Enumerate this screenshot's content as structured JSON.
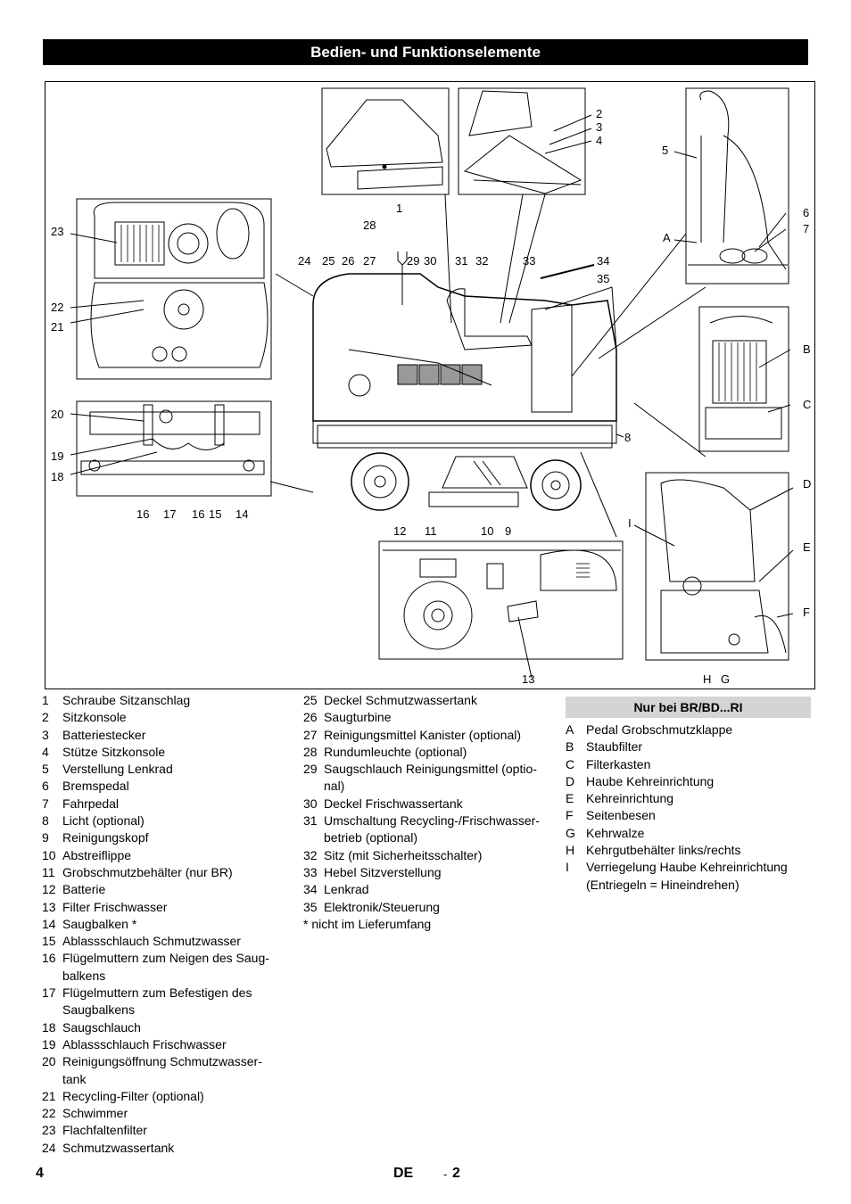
{
  "header": {
    "title": "Bedien- und Funktionselemente"
  },
  "figure": {
    "callouts": {
      "c1": "1",
      "c2": "2",
      "c3": "3",
      "c4": "4",
      "c5": "5",
      "c6": "6",
      "c7": "7",
      "c8": "8",
      "c9": "9",
      "c10": "10",
      "c11": "11",
      "c12": "12",
      "c13": "13",
      "c14": "14",
      "c15": "15",
      "c16a": "16",
      "c16b": "16",
      "c17": "17",
      "c18": "18",
      "c19": "19",
      "c20": "20",
      "c21": "21",
      "c22": "22",
      "c23": "23",
      "c24": "24",
      "c25": "25",
      "c26": "26",
      "c27": "27",
      "c28": "28",
      "c29": "29",
      "c30": "30",
      "c31": "31",
      "c32": "32",
      "c33": "33",
      "c34": "34",
      "c35": "35",
      "cA": "A",
      "cB": "B",
      "cC": "C",
      "cD": "D",
      "cE": "E",
      "cF": "F",
      "cG": "G",
      "cH": "H",
      "cI": "I"
    }
  },
  "legend_col1": [
    {
      "num": "1",
      "text": "Schraube Sitzanschlag"
    },
    {
      "num": "2",
      "text": "Sitzkonsole"
    },
    {
      "num": "3",
      "text": "Batteriestecker"
    },
    {
      "num": "4",
      "text": "Stütze Sitzkonsole"
    },
    {
      "num": "5",
      "text": "Verstellung Lenkrad"
    },
    {
      "num": "6",
      "text": "Bremspedal"
    },
    {
      "num": "7",
      "text": "Fahrpedal"
    },
    {
      "num": "8",
      "text": "Licht (optional)"
    },
    {
      "num": "9",
      "text": "Reinigungskopf"
    },
    {
      "num": "10",
      "text": "Abstreiflippe"
    },
    {
      "num": "11",
      "text": "Grobschmutzbehälter (nur BR)"
    },
    {
      "num": "12",
      "text": "Batterie"
    },
    {
      "num": "13",
      "text": "Filter Frischwasser"
    },
    {
      "num": "14",
      "text": "Saugbalken *"
    },
    {
      "num": "15",
      "text": "Ablassschlauch Schmutzwasser"
    },
    {
      "num": "16",
      "text": "Flügelmuttern zum Neigen des Saug-balkens"
    },
    {
      "num": "17",
      "text": "Flügelmuttern zum Befestigen des Saugbalkens"
    },
    {
      "num": "18",
      "text": "Saugschlauch"
    },
    {
      "num": "19",
      "text": "Ablassschlauch Frischwasser"
    },
    {
      "num": "20",
      "text": "Reinigungsöffnung Schmutzwasser-tank"
    },
    {
      "num": "21",
      "text": "Recycling-Filter (optional)"
    },
    {
      "num": "22",
      "text": "Schwimmer"
    },
    {
      "num": "23",
      "text": "Flachfaltenfilter"
    },
    {
      "num": "24",
      "text": "Schmutzwassertank"
    }
  ],
  "legend_col2": [
    {
      "num": "25",
      "text": "Deckel Schmutzwassertank"
    },
    {
      "num": "26",
      "text": "Saugturbine"
    },
    {
      "num": "27",
      "text": "Reinigungsmittel Kanister (optional)"
    },
    {
      "num": "28",
      "text": "Rundumleuchte (optional)"
    },
    {
      "num": "29",
      "text": "Saugschlauch Reinigungsmittel (optio-nal)"
    },
    {
      "num": "30",
      "text": "Deckel Frischwassertank"
    },
    {
      "num": "31",
      "text": "Umschaltung Recycling-/Frischwasser-betrieb (optional)"
    },
    {
      "num": "32",
      "text": "Sitz (mit Sicherheitsschalter)"
    },
    {
      "num": "33",
      "text": "Hebel Sitzverstellung"
    },
    {
      "num": "34",
      "text": "Lenkrad"
    },
    {
      "num": "35",
      "text": "Elektronik/Steuerung"
    }
  ],
  "legend_note": "* nicht im Lieferumfang",
  "legend_col3_title": "Nur bei BR/BD...RI",
  "legend_col3": [
    {
      "num": "A",
      "text": "Pedal Grobschmutzklappe"
    },
    {
      "num": "B",
      "text": "Staubfilter"
    },
    {
      "num": "C",
      "text": "Filterkasten"
    },
    {
      "num": "D",
      "text": "Haube Kehreinrichtung"
    },
    {
      "num": "E",
      "text": "Kehreinrichtung"
    },
    {
      "num": "F",
      "text": "Seitenbesen"
    },
    {
      "num": "G",
      "text": "Kehrwalze"
    },
    {
      "num": "H",
      "text": "Kehrgutbehälter links/rechts"
    },
    {
      "num": "I",
      "text": "Verriegelung Haube Kehreinrichtung (Entriegeln = Hineindrehen)"
    }
  ],
  "footer": {
    "page": "4",
    "lang": "DE",
    "dash": "-",
    "sub": "2"
  }
}
